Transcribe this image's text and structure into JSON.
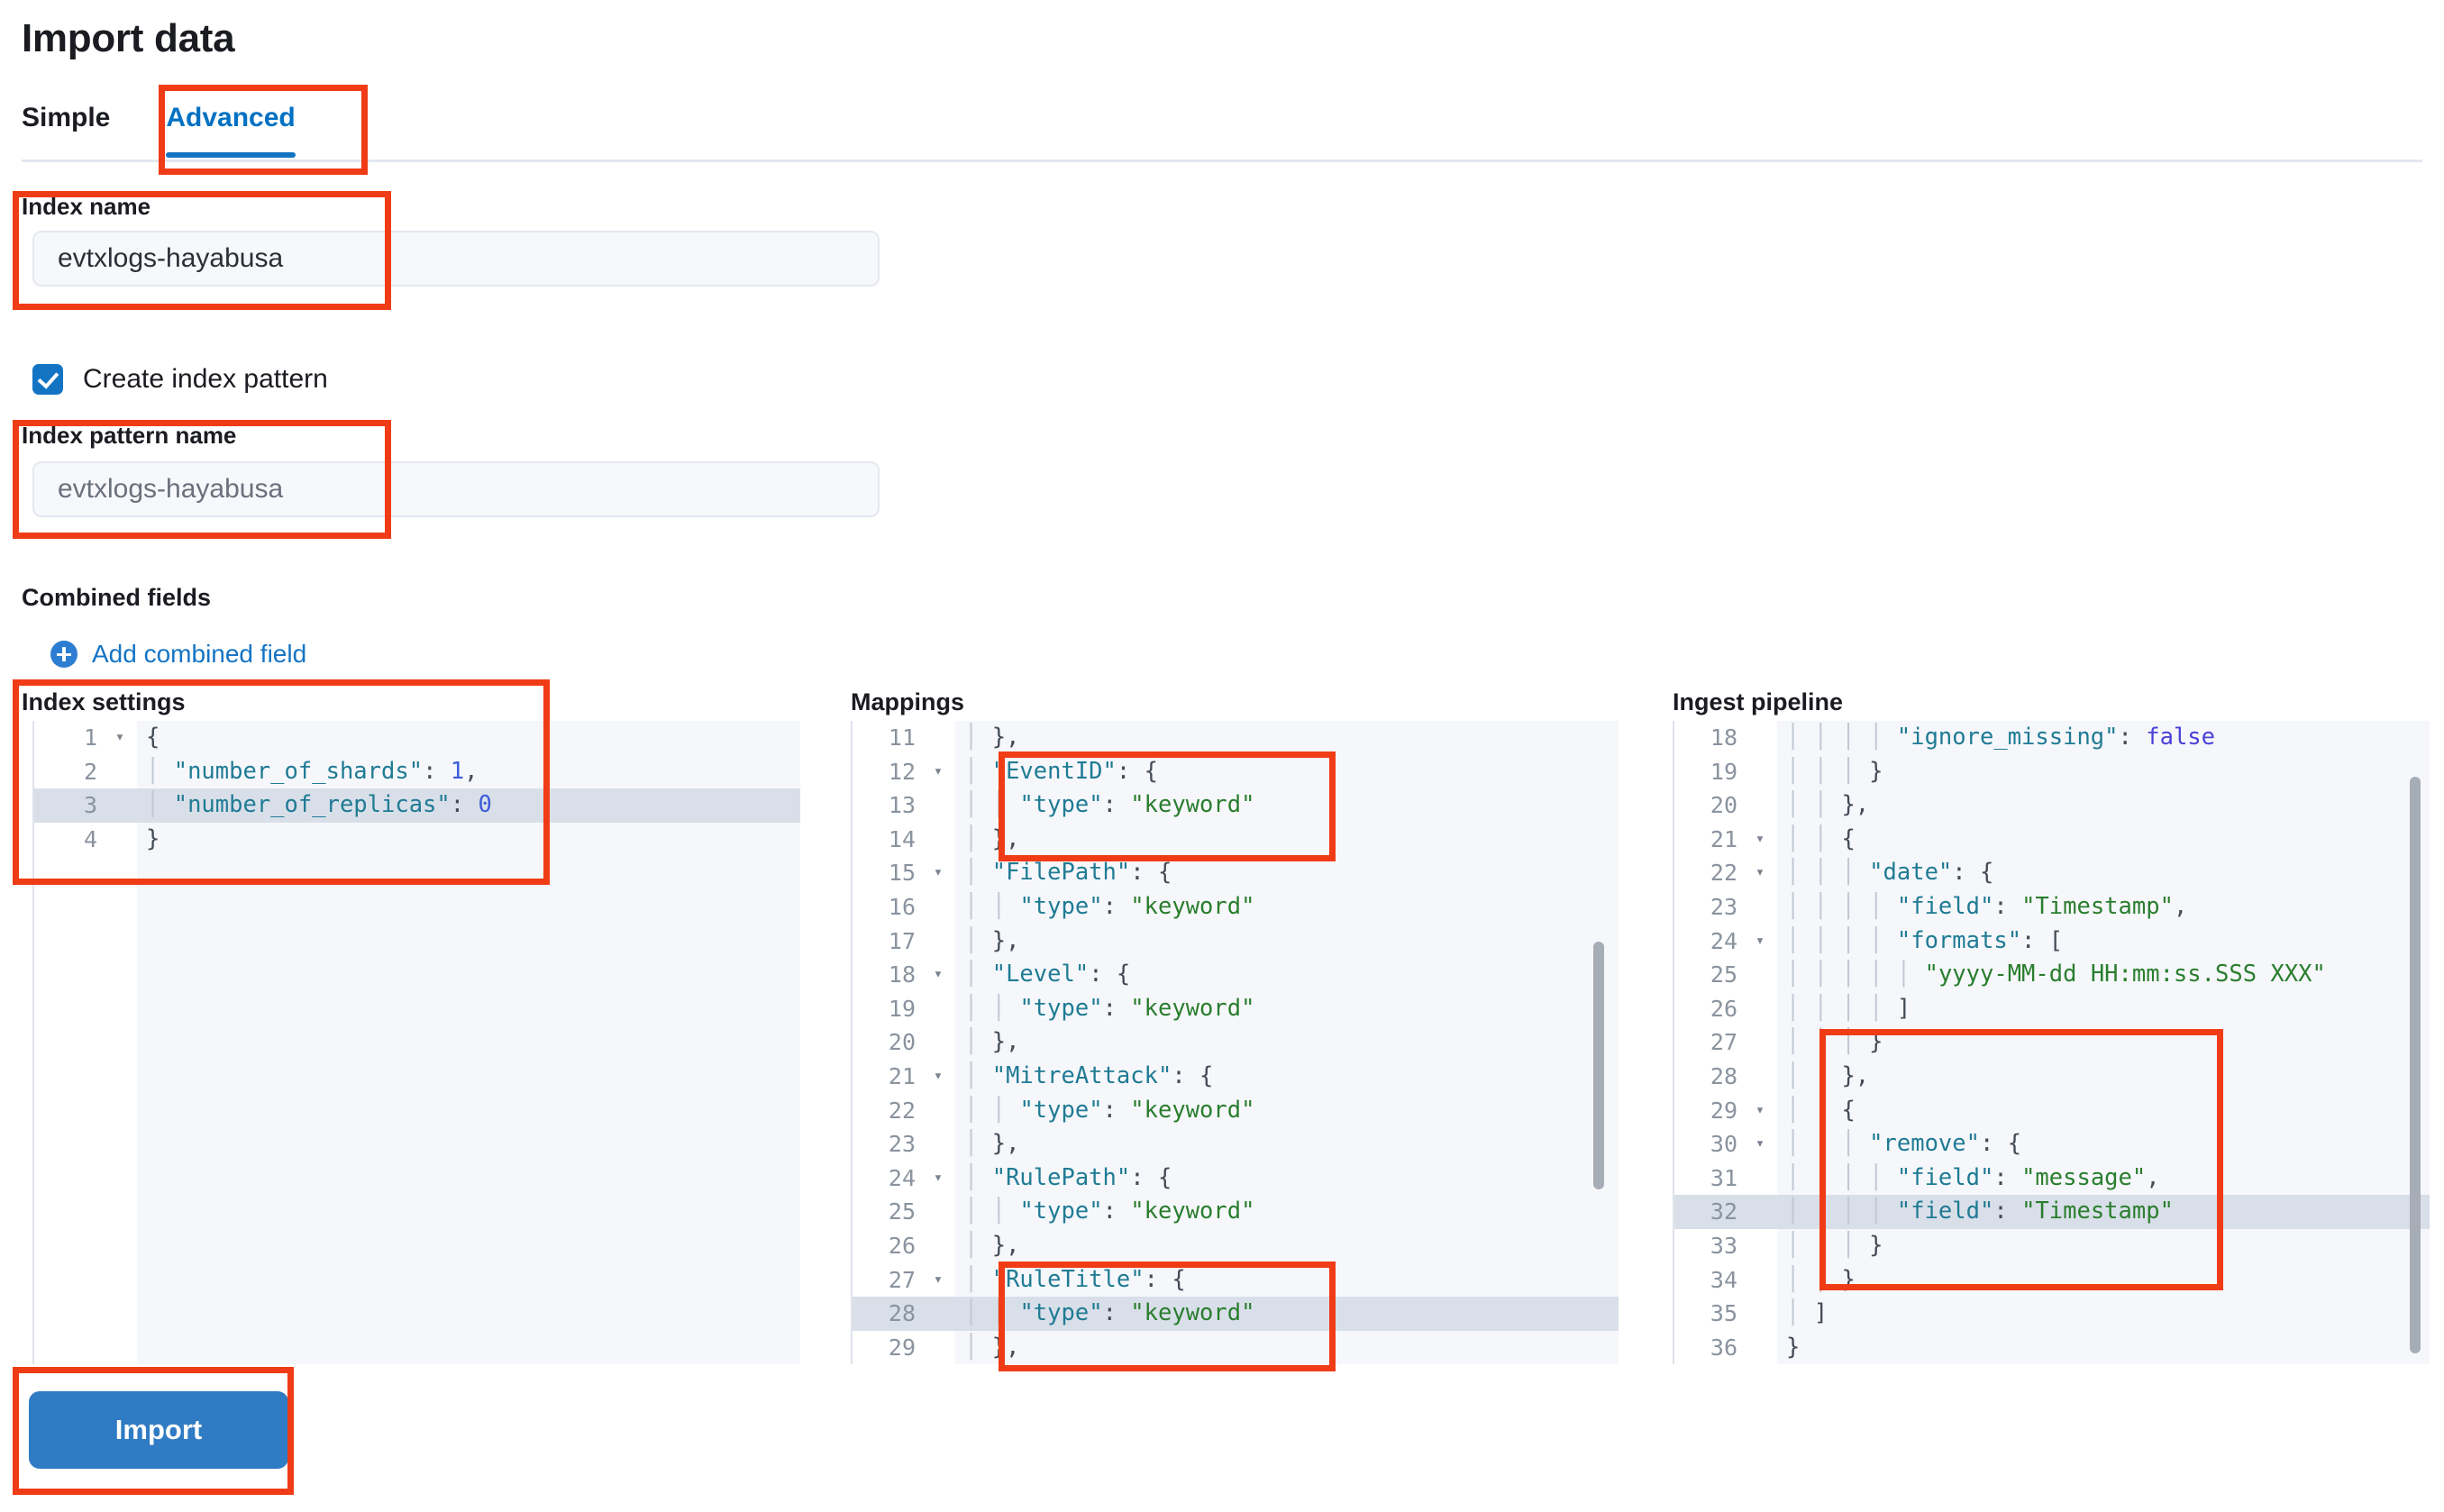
{
  "page": {
    "title": "Import data"
  },
  "tabs": [
    {
      "label": "Simple",
      "active": false
    },
    {
      "label": "Advanced",
      "active": true
    }
  ],
  "form": {
    "index_name_label": "Index name",
    "index_name_value": "evtxlogs-hayabusa",
    "create_index_pattern_label": "Create index pattern",
    "create_index_pattern_checked": true,
    "index_pattern_name_label": "Index pattern name",
    "index_pattern_name_value": "evtxlogs-hayabusa",
    "combined_fields_label": "Combined fields",
    "add_combined_field_label": "Add combined field",
    "add_combined_field_icon": "plus-circle-icon"
  },
  "editors": {
    "index_settings": {
      "title": "Index settings",
      "highlighted_line": 3,
      "lines": [
        {
          "n": 1,
          "fold": "▾",
          "text": "{"
        },
        {
          "n": 2,
          "fold": "",
          "text": "  \"number_of_shards\": 1,"
        },
        {
          "n": 3,
          "fold": "",
          "text": "  \"number_of_replicas\": 0"
        },
        {
          "n": 4,
          "fold": "",
          "text": "}"
        }
      ]
    },
    "mappings": {
      "title": "Mappings",
      "highlighted_line": 28,
      "lines": [
        {
          "n": 11,
          "fold": "",
          "text": "  },"
        },
        {
          "n": 12,
          "fold": "▾",
          "text": "  \"EventID\": {"
        },
        {
          "n": 13,
          "fold": "",
          "text": "    \"type\": \"keyword\""
        },
        {
          "n": 14,
          "fold": "",
          "text": "  },"
        },
        {
          "n": 15,
          "fold": "▾",
          "text": "  \"FilePath\": {"
        },
        {
          "n": 16,
          "fold": "",
          "text": "    \"type\": \"keyword\""
        },
        {
          "n": 17,
          "fold": "",
          "text": "  },"
        },
        {
          "n": 18,
          "fold": "▾",
          "text": "  \"Level\": {"
        },
        {
          "n": 19,
          "fold": "",
          "text": "    \"type\": \"keyword\""
        },
        {
          "n": 20,
          "fold": "",
          "text": "  },"
        },
        {
          "n": 21,
          "fold": "▾",
          "text": "  \"MitreAttack\": {"
        },
        {
          "n": 22,
          "fold": "",
          "text": "    \"type\": \"keyword\""
        },
        {
          "n": 23,
          "fold": "",
          "text": "  },"
        },
        {
          "n": 24,
          "fold": "▾",
          "text": "  \"RulePath\": {"
        },
        {
          "n": 25,
          "fold": "",
          "text": "    \"type\": \"keyword\""
        },
        {
          "n": 26,
          "fold": "",
          "text": "  },"
        },
        {
          "n": 27,
          "fold": "▾",
          "text": "  \"RuleTitle\": {"
        },
        {
          "n": 28,
          "fold": "",
          "text": "    \"type\": \"keyword\""
        },
        {
          "n": 29,
          "fold": "",
          "text": "  },"
        }
      ]
    },
    "ingest_pipeline": {
      "title": "Ingest pipeline",
      "highlighted_line": 32,
      "lines": [
        {
          "n": 18,
          "fold": "",
          "text": "        \"ignore_missing\": false"
        },
        {
          "n": 19,
          "fold": "",
          "text": "      }"
        },
        {
          "n": 20,
          "fold": "",
          "text": "    },"
        },
        {
          "n": 21,
          "fold": "▾",
          "text": "    {"
        },
        {
          "n": 22,
          "fold": "▾",
          "text": "      \"date\": {"
        },
        {
          "n": 23,
          "fold": "",
          "text": "        \"field\": \"Timestamp\","
        },
        {
          "n": 24,
          "fold": "▾",
          "text": "        \"formats\": ["
        },
        {
          "n": 25,
          "fold": "",
          "text": "          \"yyyy-MM-dd HH:mm:ss.SSS XXX\""
        },
        {
          "n": 26,
          "fold": "",
          "text": "        ]"
        },
        {
          "n": 27,
          "fold": "",
          "text": "      }"
        },
        {
          "n": 28,
          "fold": "",
          "text": "    },"
        },
        {
          "n": 29,
          "fold": "▾",
          "text": "    {"
        },
        {
          "n": 30,
          "fold": "▾",
          "text": "      \"remove\": {"
        },
        {
          "n": 31,
          "fold": "",
          "text": "        \"field\": \"message\","
        },
        {
          "n": 32,
          "fold": "",
          "text": "        \"field\": \"Timestamp\""
        },
        {
          "n": 33,
          "fold": "",
          "text": "      }"
        },
        {
          "n": 34,
          "fold": "",
          "text": "    }"
        },
        {
          "n": 35,
          "fold": "",
          "text": "  ]"
        },
        {
          "n": 36,
          "fold": "",
          "text": "}"
        }
      ]
    }
  },
  "actions": {
    "import_label": "Import"
  },
  "annotations": {
    "color": "#f03c16",
    "boxes": [
      "advanced-tab",
      "index-name-field",
      "index-pattern-name-field",
      "index-settings-editor",
      "mappings-eventid-block",
      "mappings-ruletitle-block",
      "ingest-remove-block",
      "import-button"
    ]
  }
}
